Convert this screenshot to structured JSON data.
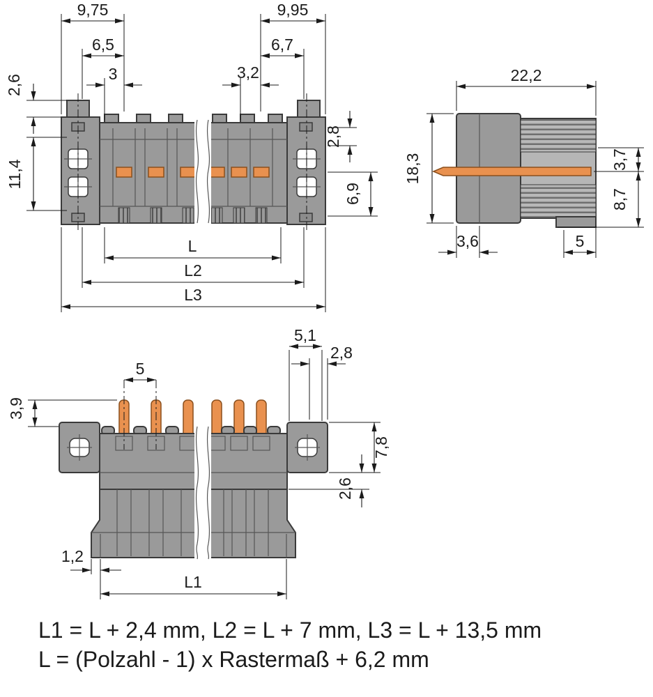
{
  "colors": {
    "body-gray": "#9a9a9a",
    "shroud-gray": "#b6b6b6",
    "outline": "#3a3a3a",
    "pin-orange": "#e9914f",
    "pin-edge": "#8a4f1d",
    "inner-line": "#565656",
    "dim-color": "#1b1b1b"
  },
  "front_view": {
    "dims": {
      "flange_width_left": "9,75",
      "l2_offset_left": "6,5",
      "l_offset_left": "3",
      "latch_height": "2,6",
      "flange_span": "11,4",
      "flange_width_right": "9,95",
      "l2_offset_right": "6,7",
      "l_offset_right": "3,2",
      "top_offset_right": "2,8",
      "bottom_offset_right": "6,9",
      "length_l": "L",
      "length_l2": "L2",
      "length_l3": "L3"
    }
  },
  "side_view": {
    "dims": {
      "total_width": "22,2",
      "total_height": "18,3",
      "pin_offset_top": "3,7",
      "pin_offset_bottom": "8,7",
      "front_depth": "3,6",
      "foot_width": "5"
    }
  },
  "bottom_view": {
    "dims": {
      "flange_offset": "5,1",
      "edge_offset": "2,8",
      "pin_pitch": "5",
      "pin_length": "3,9",
      "flange_height": "7,8",
      "body_height": "2,6",
      "wall_thickness": "1,2",
      "length_l1": "L1"
    }
  },
  "formulas": {
    "line1": "L1 = L + 2,4 mm, L2 = L + 7 mm, L3 = L + 13,5 mm",
    "line2": "L = (Polzahl - 1) x Rastermaß + 6,2 mm"
  }
}
